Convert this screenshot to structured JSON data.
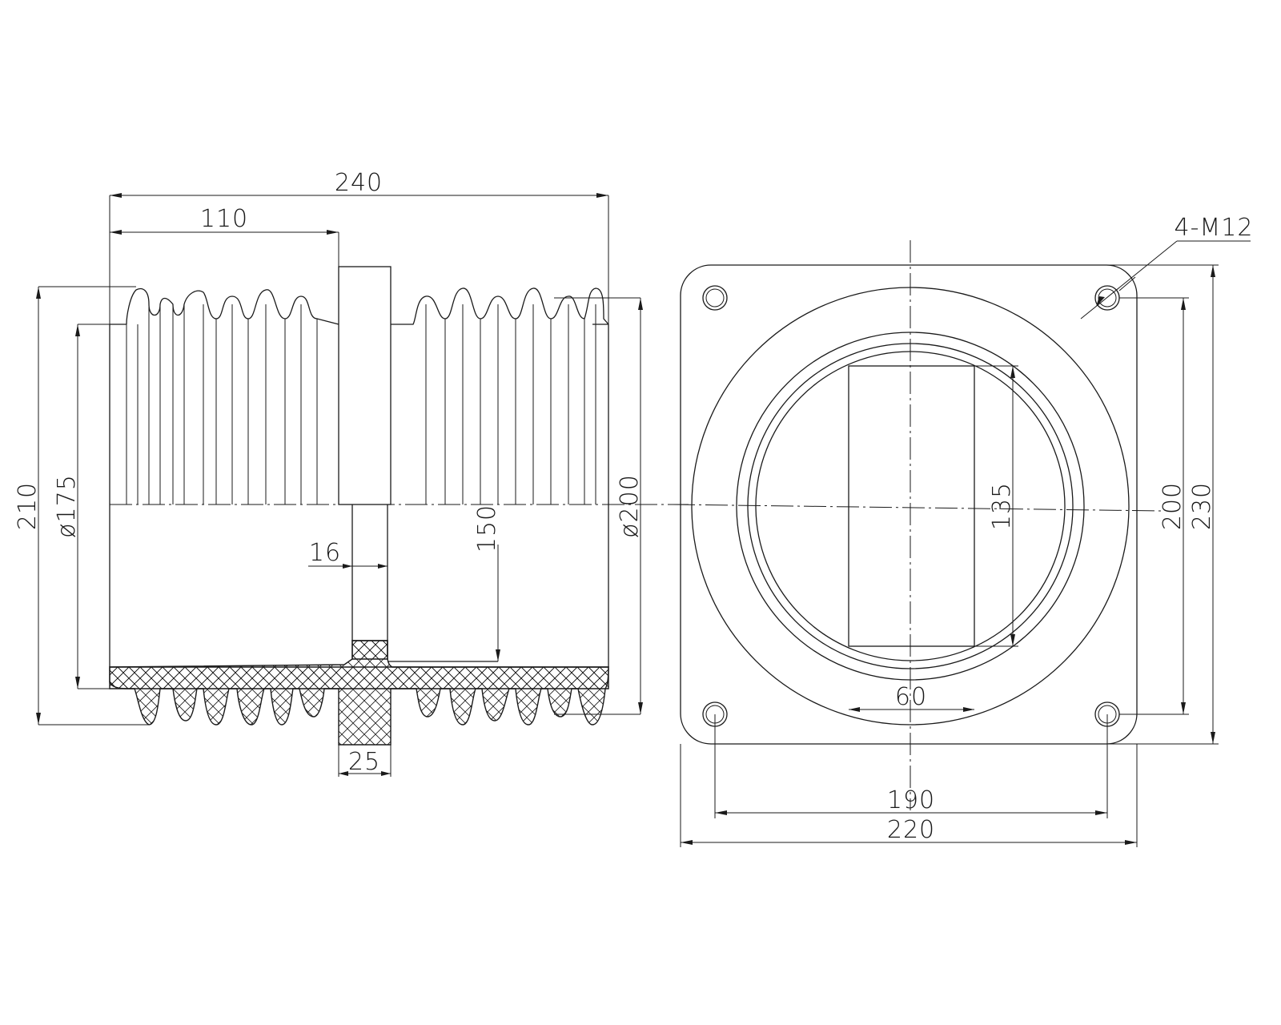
{
  "side_view": {
    "overall_length": "240",
    "flange_offset": "110",
    "overall_height": "210",
    "inner_diameter": "ø175",
    "outer_diameter": "ø200",
    "wall_thickness": "16",
    "inner_depth": "150",
    "flange_width": "25"
  },
  "front_view": {
    "thread_callout": "4-M12",
    "slot_height": "135",
    "slot_width": "60",
    "hole_spacing_vertical": "200",
    "plate_height": "230",
    "hole_spacing_horizontal": "190",
    "plate_width": "220"
  }
}
